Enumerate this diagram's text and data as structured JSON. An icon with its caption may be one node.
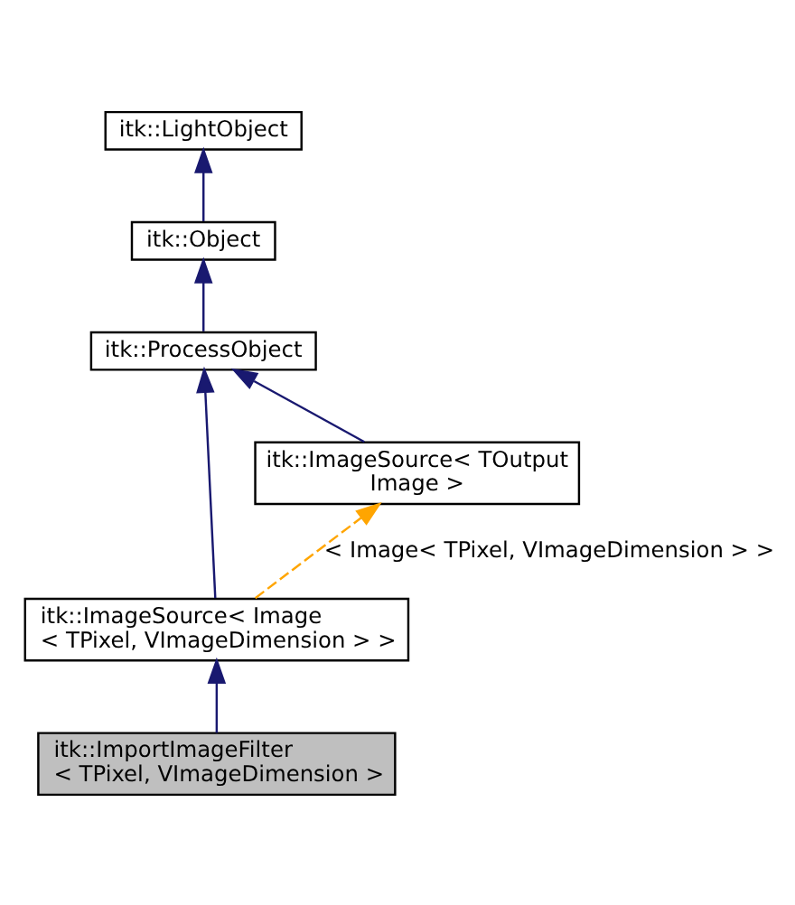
{
  "diagram": {
    "nodes": [
      {
        "text": [
          "itk::LightObject"
        ]
      },
      {
        "text": [
          "itk::Object"
        ]
      },
      {
        "text": [
          "itk::ProcessObject"
        ]
      },
      {
        "text": [
          "itk::ImageSource< TOutput Image >"
        ]
      },
      {
        "text": [
          "itk::ImageSource< Image < TPixel, VImageDimension > >"
        ]
      },
      {
        "text": [
          "itk::ImportImageFilter < TPixel, VImageDimension >"
        ]
      }
    ],
    "edges": [
      {
        "from": 1,
        "to": 0,
        "arrow": "to"
      },
      {
        "from": 2,
        "to": 1,
        "arrow": "to"
      },
      {
        "from": 3,
        "to": 2,
        "arrow": "to"
      },
      {
        "from": 4,
        "to": 2,
        "arrow": "to"
      },
      {
        "from": 4,
        "to": 3,
        "arrow": "to",
        "label": "< Image< TPixel, VImageDimension > >",
        "style": "dashed",
        "color": "#ffa500"
      },
      {
        "from": 5,
        "to": 4,
        "arrow": "to"
      }
    ]
  }
}
